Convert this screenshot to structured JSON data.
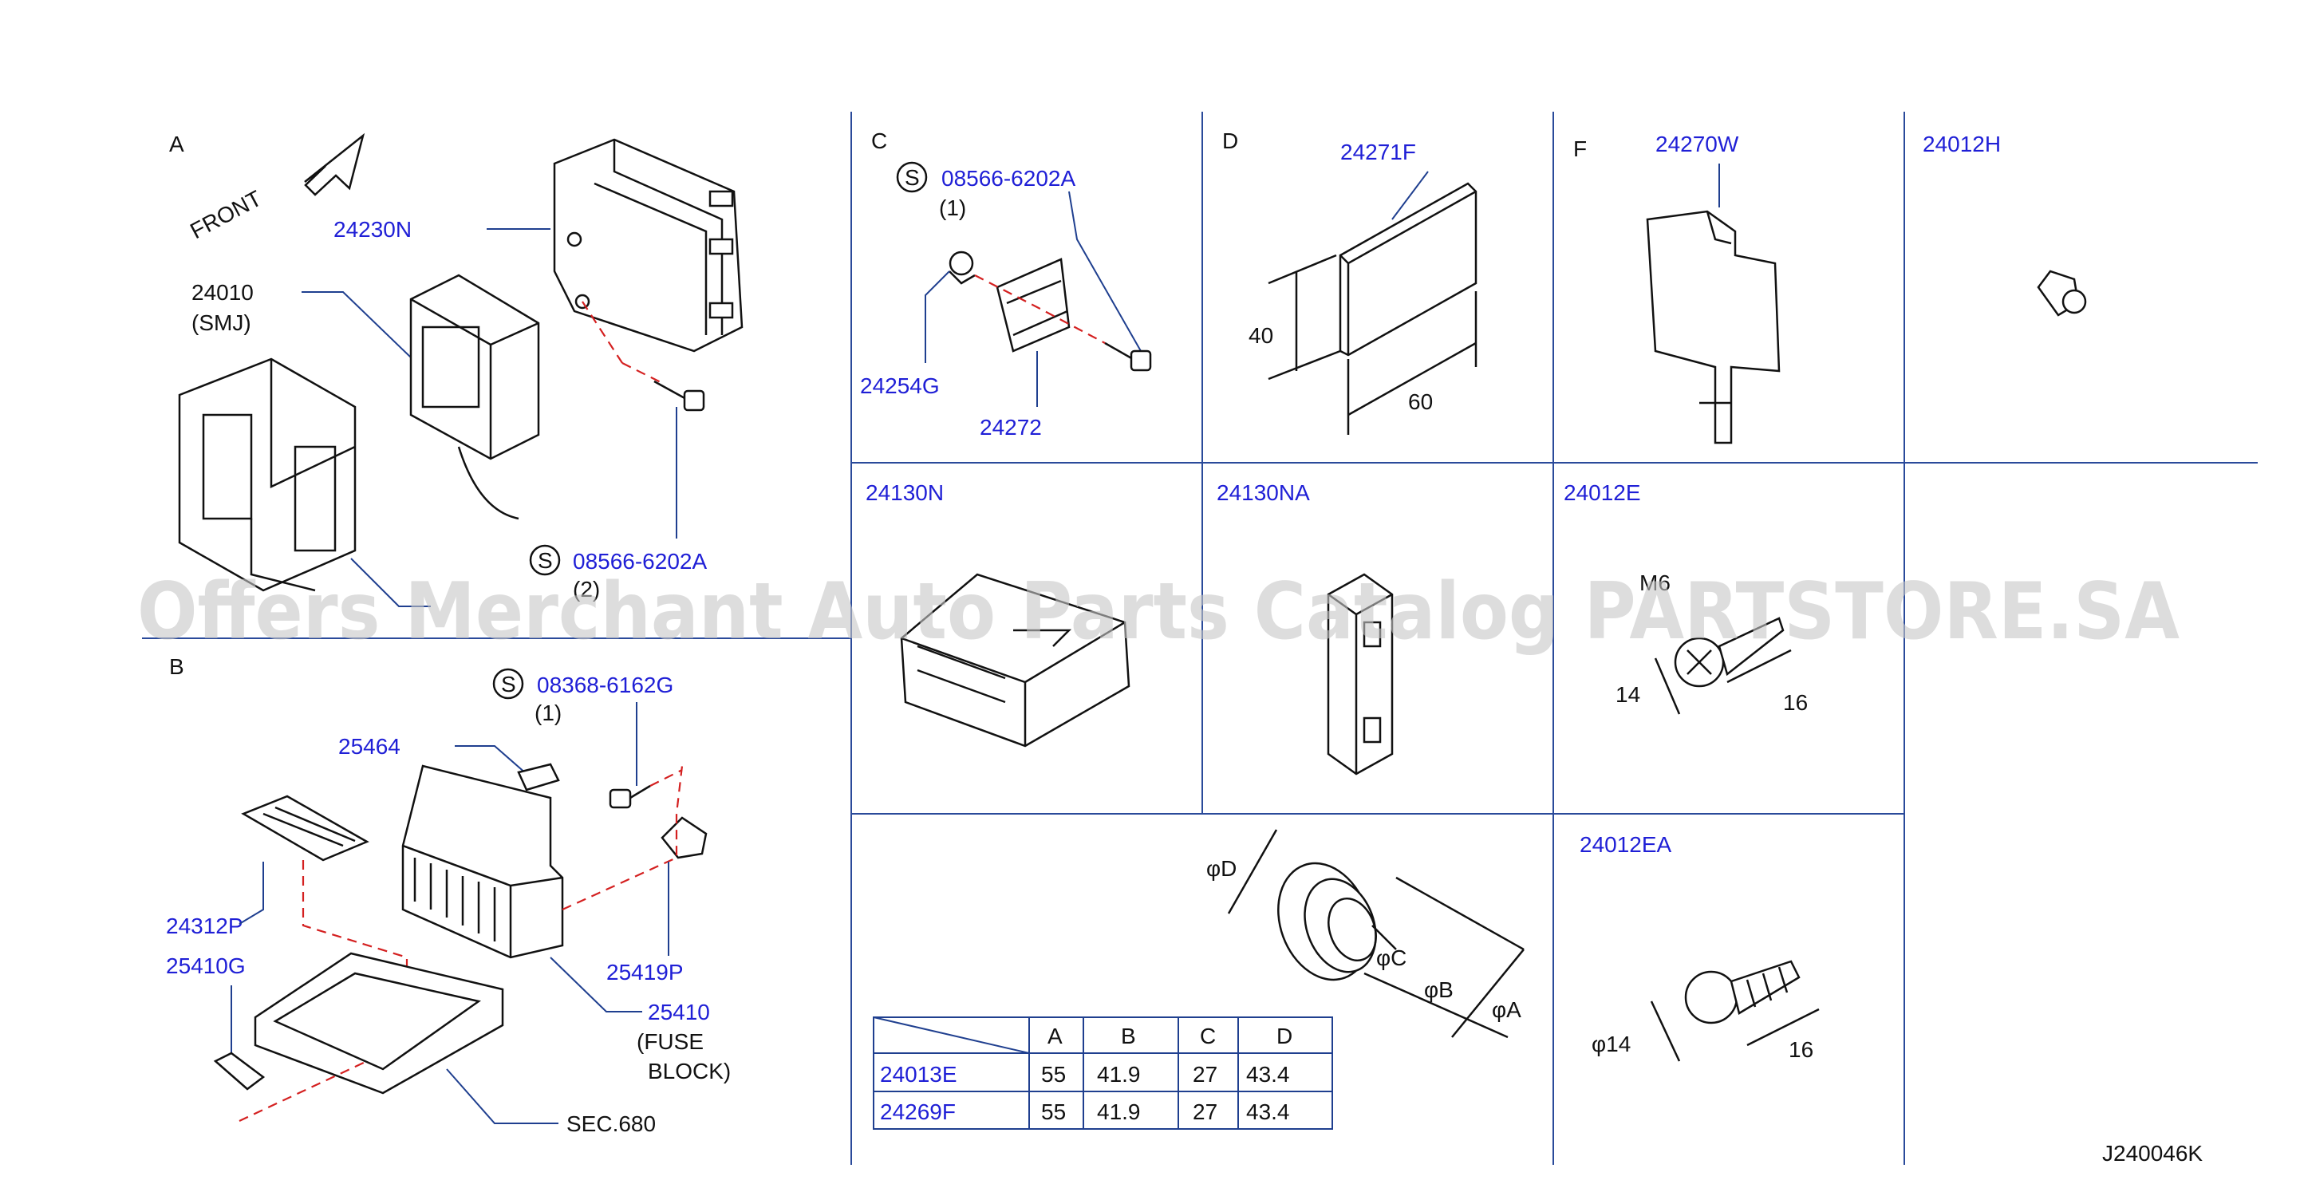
{
  "sections": {
    "a": "A",
    "b": "B",
    "c": "C",
    "d": "D",
    "f": "F"
  },
  "front_label": "FRONT",
  "parts": {
    "p24230N": "24230N",
    "p24010": "24010",
    "p24010_sub": "(SMJ)",
    "p08566_a": "08566-6202A",
    "p08566_a_qty": "(2)",
    "p08566_c": "08566-6202A",
    "p08566_c_qty": "(1)",
    "p24254G": "24254G",
    "p24272": "24272",
    "p24271F": "24271F",
    "p24270W": "24270W",
    "p24012H": "24012H",
    "p24130N": "24130N",
    "p24130NA": "24130NA",
    "p24012E": "24012E",
    "p24012EA": "24012EA",
    "p08368": "08368-6162G",
    "p08368_qty": "(1)",
    "p25464": "25464",
    "p24312P": "24312P",
    "p25410G": "25410G",
    "p25419P": "25419P",
    "p25410": "25410",
    "p25410_sub1": "(FUSE",
    "p25410_sub2": "BLOCK)",
    "sec680": "SEC.680"
  },
  "symbol_s": "S",
  "dimensions": {
    "d40": "40",
    "d60": "60",
    "m6": "M6",
    "e14": "14",
    "e16": "16",
    "phi14": "φ14",
    "ea16": "16",
    "phiA": "φA",
    "phiB": "φB",
    "phiC": "φC",
    "phiD": "φD"
  },
  "table": {
    "headers": [
      "A",
      "B",
      "C",
      "D"
    ],
    "rows": [
      {
        "part": "24013E",
        "values": [
          "55",
          "41.9",
          "27",
          "43.4"
        ]
      },
      {
        "part": "24269F",
        "values": [
          "55",
          "41.9",
          "27",
          "43.4"
        ]
      }
    ]
  },
  "watermark": "Offers Merchant Auto Parts Catalog PARTSTORE.SA",
  "diagram_code": "J240046K"
}
